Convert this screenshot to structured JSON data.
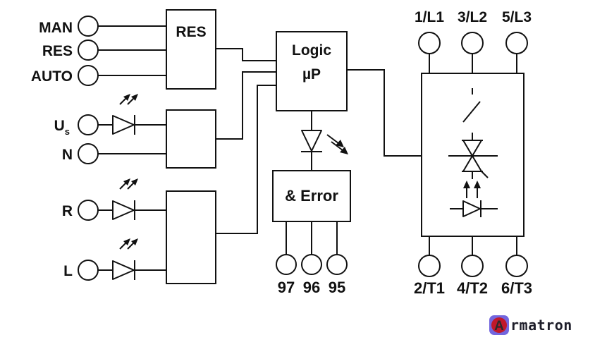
{
  "inputs": {
    "man": "MAN",
    "res": "RES",
    "auto": "AUTO",
    "us_main": "U",
    "us_sub": "s",
    "n": "N",
    "r": "R",
    "l": "L"
  },
  "blocks": {
    "res": "RES",
    "logic_line1": "Logic",
    "logic_line2": "µP",
    "error": "& Error"
  },
  "error_terminals": [
    "97",
    "96",
    "95"
  ],
  "line_terminals": [
    "1/L1",
    "3/L2",
    "5/L3"
  ],
  "load_terminals": [
    "2/T1",
    "4/T2",
    "6/T3"
  ],
  "brand": {
    "icon": "letter-a-badge-icon",
    "letter": "A",
    "text": "rmatron",
    "colors": {
      "badge": "#c0182a",
      "glow": "#5b4bd8"
    }
  }
}
